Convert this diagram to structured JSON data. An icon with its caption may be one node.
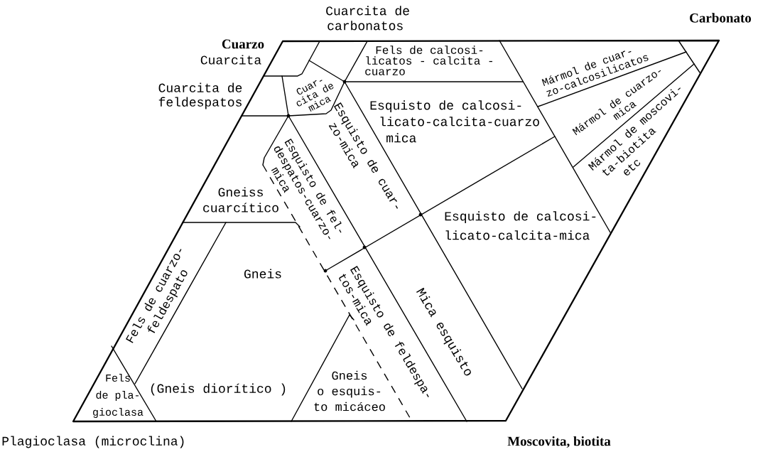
{
  "diagram": {
    "labels": [
      "Cuarcita de carbonatos",
      "Carbonato",
      "Cuarzo",
      "Cuarcita",
      "Fels de calcosi- licatos - calcita - cuarzo",
      "Mármol de cuar- zo-calcosilicatos",
      "Cuarcita de feldespatos",
      "Cuar- cita de mica",
      "Esquisto de fel- despatos-cuarzo- mica",
      "Esquisto de cuar- zo-mica",
      "Esquisto de calcosi- licato-calcita-cuarzo mica",
      "Mármol de cuarzo- mica",
      "Mármol de moscovi- ta-biotita etc",
      "Gneiss cuarcítico",
      "Esquisto de calcosi- licato-calcita-mica",
      "Fels de cuarzo- feldespato",
      "Gneis",
      "Esquisto de feldespa- tos-mica",
      "Mica esquisto",
      "Fels de pla- gioclasa",
      "(Gneis diorítico )",
      "Gneis o esquis- to micáceo",
      "Plagioclasa (microclina)",
      "Moscovita, biotita"
    ]
  }
}
